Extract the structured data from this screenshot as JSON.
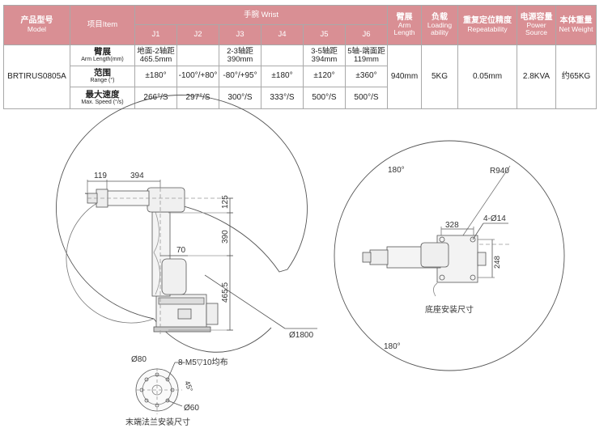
{
  "table": {
    "header": {
      "model_zh": "产品型号",
      "model_en": "Model",
      "item": "项目Item",
      "wrist": "手腕 Wrist",
      "joints": [
        "J1",
        "J2",
        "J3",
        "J4",
        "J5",
        "J6"
      ],
      "arm_length_zh": "臂展",
      "arm_length_en1": "Arm",
      "arm_length_en2": "Length",
      "loading_zh": "负载",
      "loading_en1": "Loading",
      "loading_en2": "ability",
      "repeat_zh": "重复定位精度",
      "repeat_en": "Repeatability",
      "power_zh": "电源容量",
      "power_en1": "Power",
      "power_en2": "Source",
      "weight_zh": "本体重量",
      "weight_en": "Net Weight"
    },
    "model": "BRTIRUS0805A",
    "rows": [
      {
        "label_zh": "臂展",
        "label_en": "Arm Length(mm)",
        "cells": [
          [
            "地面-2轴距",
            "465.5mm"
          ],
          [
            "",
            ""
          ],
          [
            "2-3轴距",
            "390mm"
          ],
          [
            "",
            ""
          ],
          [
            "3-5轴距",
            "394mm"
          ],
          [
            "5轴-端面距",
            "119mm"
          ]
        ]
      },
      {
        "label_zh": "范围",
        "label_en": "Range (°)",
        "cells": [
          "±180°",
          "-100°/+80°",
          "-80°/+95°",
          "±180°",
          "±120°",
          "±360°"
        ]
      },
      {
        "label_zh": "最大速度",
        "label_en": "Max. Speed (°/s)",
        "cells": [
          "266°/S",
          "297°/S",
          "300°/S",
          "333°/S",
          "500°/S",
          "500°/S"
        ]
      }
    ],
    "arm_length": "940mm",
    "loading": "5KG",
    "repeatability": "0.05mm",
    "power": "2.8KVA",
    "weight": "约65KG"
  },
  "side_view": {
    "dim_119": "119",
    "dim_394": "394",
    "dim_125": "125",
    "dim_390": "390",
    "dim_465": "465.5",
    "dim_70": "70",
    "dim_dia1800": "Ø1800"
  },
  "top_view": {
    "angle_top": "180°",
    "angle_bottom": "180°",
    "radius": "R940",
    "dim_328": "328",
    "holes": "4-Ø14",
    "dim_248": "248",
    "caption": "底座安装尺寸"
  },
  "flange": {
    "dia80": "Ø80",
    "holes": "8-M5▽10均布",
    "angle": "45°",
    "dia60": "Ø60",
    "caption": "末端法兰安装尺寸"
  }
}
